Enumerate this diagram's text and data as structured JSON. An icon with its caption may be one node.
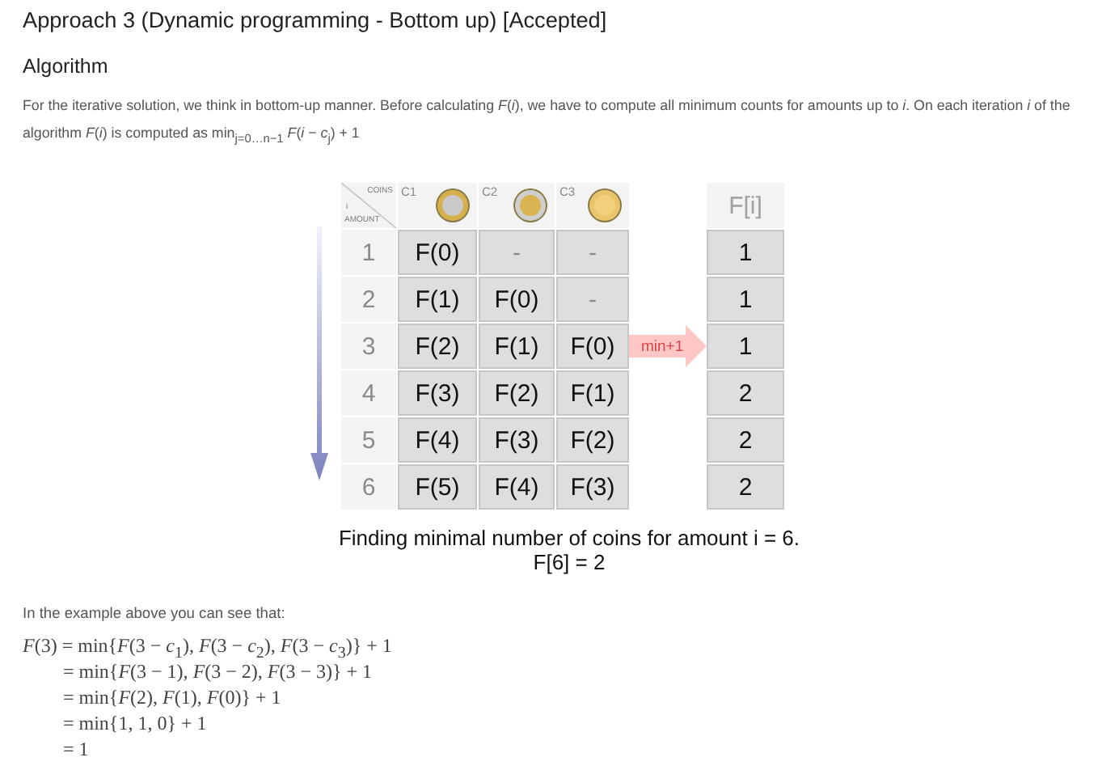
{
  "diagram": {
    "title": "Approach 3 (Dynamic programming - Bottom up) [Accepted]",
    "caption": "Finding minimal number of coins for amount i = 6. F[6] = 2",
    "nodes": [
      {
        "text": [
          "F(0)"
        ]
      },
      {
        "text": [
          "1"
        ]
      }
    ],
    "edges": [
      {
        "from": 0,
        "to": 1,
        "arrow": "to",
        "label": "min+1"
      }
    ],
    "labels": [
      "Algorithm",
      "For the iterative solution, we think in bottom-up manner. Before calculating *F*(*i*), we have to compute all minimum counts for amounts up to *i*. On each iteration *i* of the algorithm *F*(*i*) is computed as min$_{j=0…n−1}$ *F*(*i* − *c*$_{j}$) + 1",
      "COINS",
      "i",
      "AMOUNT",
      "C1",
      "C2",
      "C3",
      "F[i]",
      "1",
      "F(0)",
      "-",
      "-",
      "1",
      "2",
      "F(1)",
      "F(0)",
      "-",
      "1",
      "3",
      "F(2)",
      "F(1)",
      "4",
      "F(3)",
      "F(2)",
      "F(1)",
      "2",
      "5",
      "F(4)",
      "F(3)",
      "F(2)",
      "2",
      "6",
      "F(5)",
      "F(4)",
      "F(3)",
      "2",
      "In the example above you can see that:",
      "*F*(3) = min{*F*(3 − *c*$_{1}$), *F*(3 − *c*$_{2}$), *F*(3 − *c*$_{3}$)} + 1",
      "= min{*F*(3 − 1), *F*(3 − 2), *F*(3 − 3)} + 1",
      "= min{*F*(2), *F*(1), *F*(0)} + 1",
      "= min{1, 1, 0} + 1",
      "= 1"
    ]
  }
}
